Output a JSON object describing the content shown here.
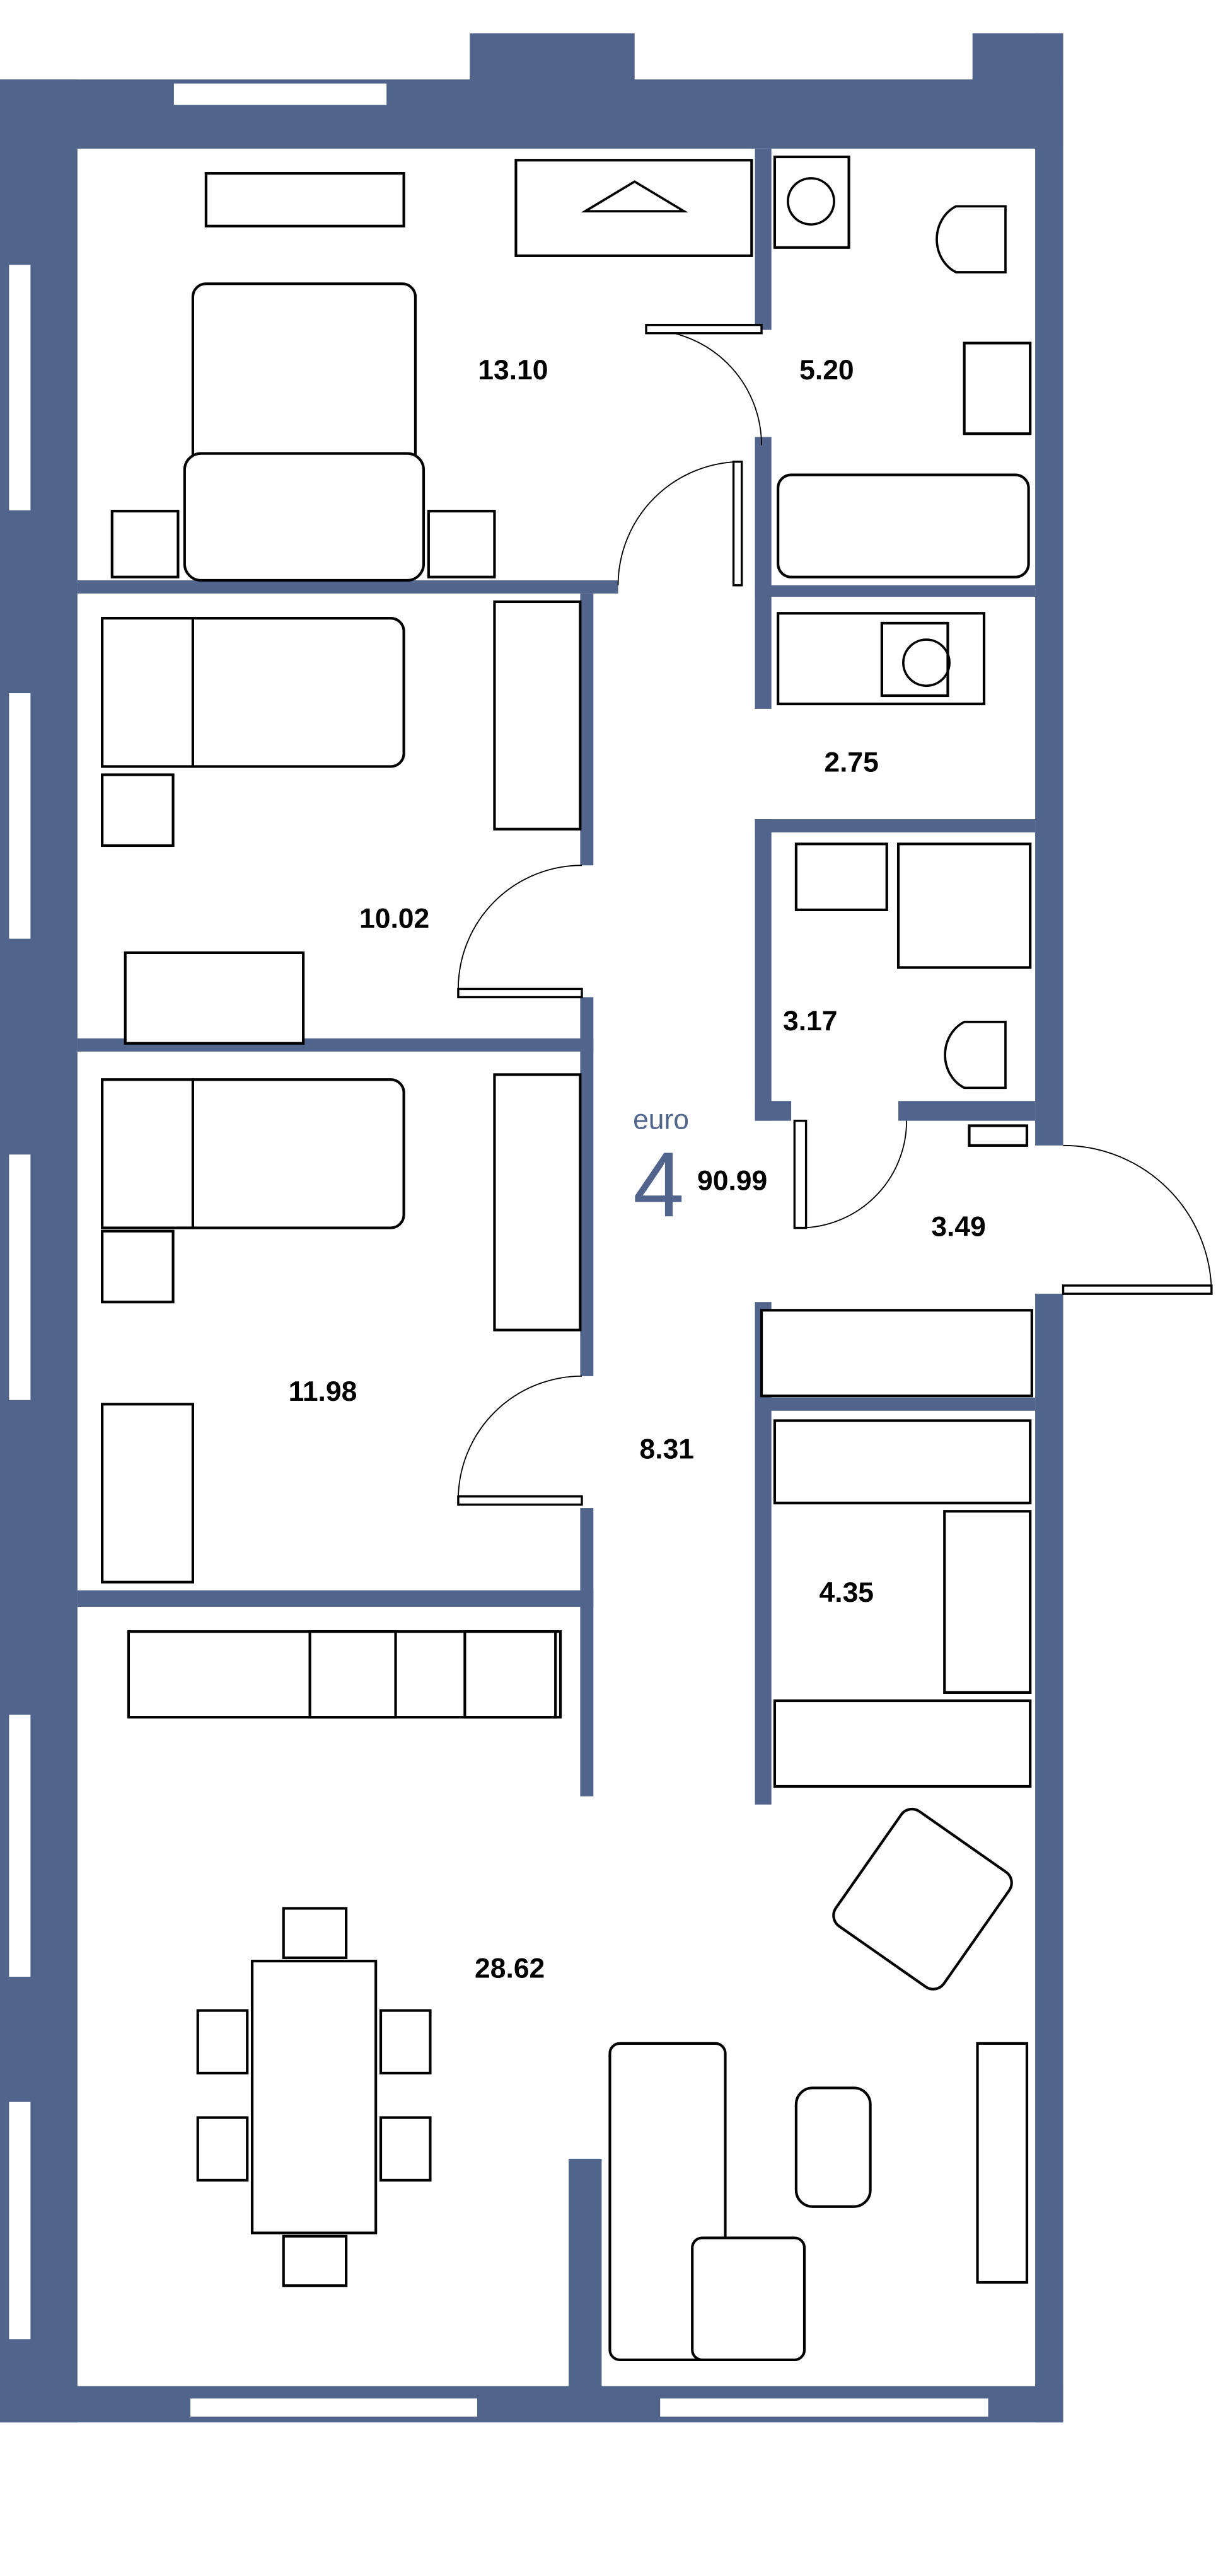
{
  "plan": {
    "brand": "euro",
    "rooms_count": "4",
    "total_area": "90.99",
    "wall_color": "#51658c",
    "rooms": [
      {
        "id": "bedroom-1",
        "area": "13.10"
      },
      {
        "id": "bathroom-1",
        "area": "5.20"
      },
      {
        "id": "laundry",
        "area": "2.75"
      },
      {
        "id": "bedroom-2",
        "area": "10.02"
      },
      {
        "id": "bathroom-2",
        "area": "3.17"
      },
      {
        "id": "entrance",
        "area": "3.49"
      },
      {
        "id": "bedroom-3",
        "area": "11.98"
      },
      {
        "id": "hallway",
        "area": "8.31"
      },
      {
        "id": "wardrobe",
        "area": "4.35"
      },
      {
        "id": "kitchen-living",
        "area": "28.62"
      }
    ]
  }
}
